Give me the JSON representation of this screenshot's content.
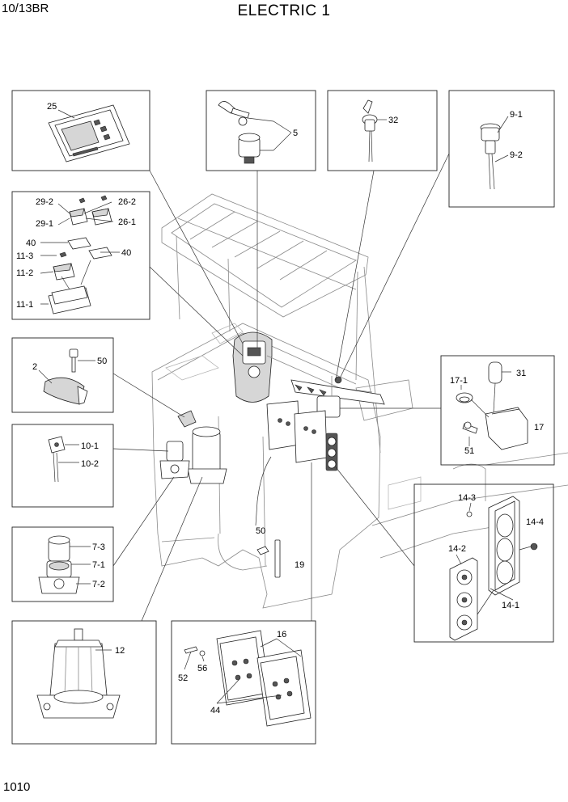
{
  "header": {
    "model": "10/13BR",
    "title": "ELECTRIC 1"
  },
  "footer": {
    "page_number": "1010"
  },
  "callouts": [
    {
      "id": "c25",
      "text": "25"
    },
    {
      "id": "c5",
      "text": "5"
    },
    {
      "id": "c32",
      "text": "32"
    },
    {
      "id": "c9_1",
      "text": "9-1"
    },
    {
      "id": "c9_2",
      "text": "9-2"
    },
    {
      "id": "c29_2",
      "text": "29-2"
    },
    {
      "id": "c26_2",
      "text": "26-2"
    },
    {
      "id": "c29_1",
      "text": "29-1"
    },
    {
      "id": "c26_1",
      "text": "26-1"
    },
    {
      "id": "c40a",
      "text": "40"
    },
    {
      "id": "c40b",
      "text": "40"
    },
    {
      "id": "c11_3",
      "text": "11-3"
    },
    {
      "id": "c11_2",
      "text": "11-2"
    },
    {
      "id": "c11_1",
      "text": "11-1"
    },
    {
      "id": "c2",
      "text": "2"
    },
    {
      "id": "c50a",
      "text": "50"
    },
    {
      "id": "c31",
      "text": "31"
    },
    {
      "id": "c17_1",
      "text": "17-1"
    },
    {
      "id": "c17",
      "text": "17"
    },
    {
      "id": "c51",
      "text": "51"
    },
    {
      "id": "c10_1",
      "text": "10-1"
    },
    {
      "id": "c10_2",
      "text": "10-2"
    },
    {
      "id": "c14_3",
      "text": "14-3"
    },
    {
      "id": "c14_4",
      "text": "14-4"
    },
    {
      "id": "c14_2",
      "text": "14-2"
    },
    {
      "id": "c14_1",
      "text": "14-1"
    },
    {
      "id": "c7_3",
      "text": "7-3"
    },
    {
      "id": "c7_1",
      "text": "7-1"
    },
    {
      "id": "c7_2",
      "text": "7-2"
    },
    {
      "id": "c50b",
      "text": "50"
    },
    {
      "id": "c19",
      "text": "19"
    },
    {
      "id": "c12",
      "text": "12"
    },
    {
      "id": "c16",
      "text": "16"
    },
    {
      "id": "c56",
      "text": "56"
    },
    {
      "id": "c52",
      "text": "52"
    },
    {
      "id": "c44",
      "text": "44"
    }
  ]
}
